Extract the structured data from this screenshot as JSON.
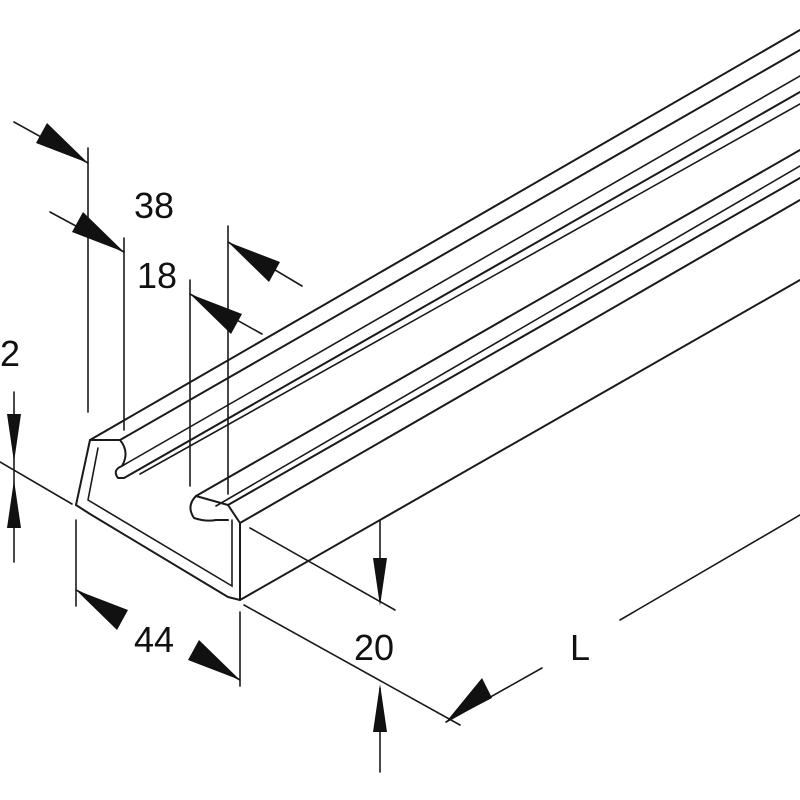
{
  "dimensions": {
    "d38": "38",
    "d18": "18",
    "d2": "2",
    "d44": "44",
    "d20": "20",
    "dL": "L"
  },
  "colors": {
    "line": "#1a1a1a",
    "background": "#ffffff"
  }
}
